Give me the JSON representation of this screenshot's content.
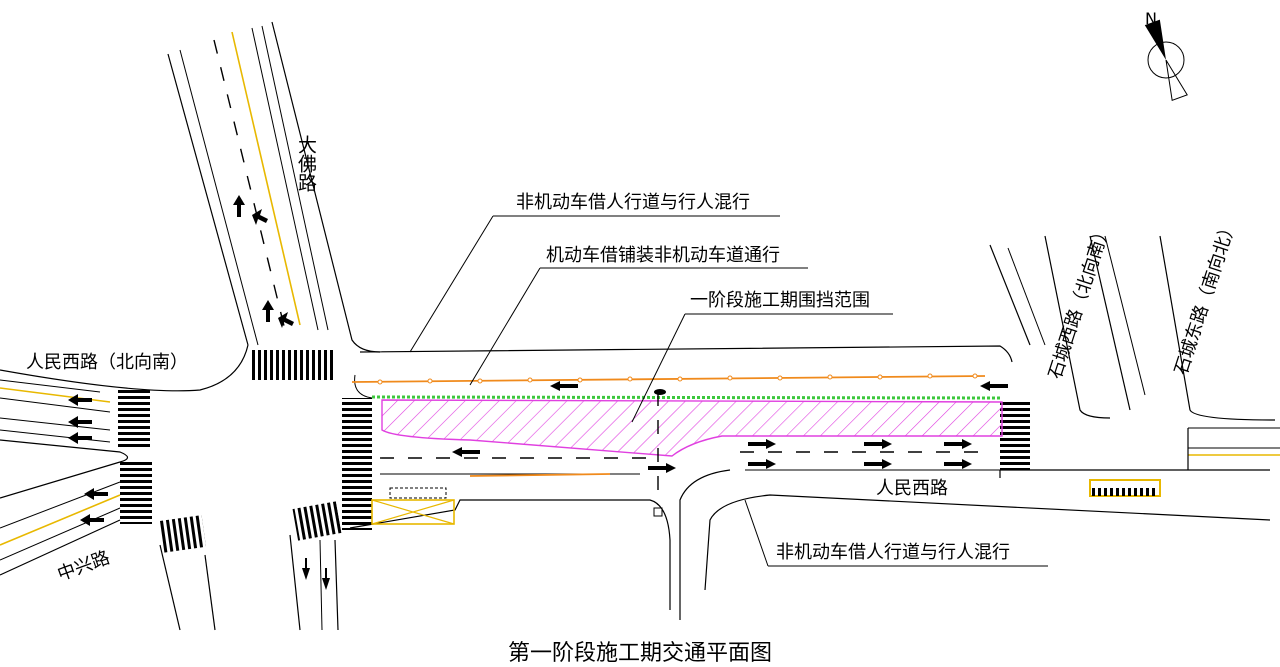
{
  "title": "第一阶段施工期交通平面图",
  "compass": {
    "north_label": "N"
  },
  "roads": {
    "dafo": "大佛路",
    "renminxi_nb": "人民西路（北向南）",
    "renminxi": "人民西路",
    "zhongxing": "中兴路",
    "shichengxi": "石城西路（北向南）",
    "shichengdong": "石城东路（南向北）"
  },
  "annotations": {
    "bike_sidewalk_top": "非机动车借人行道与行人混行",
    "motor_bike_lane": "机动车借铺装非机动车道通行",
    "enclosure": "一阶段施工期围挡范围",
    "bike_sidewalk_bottom": "非机动车借人行道与行人混行"
  },
  "colors": {
    "hatch": "#e040e0",
    "fence": "#f08a1c",
    "green_edge": "#3cc83c",
    "centerline": "#e8b800"
  }
}
